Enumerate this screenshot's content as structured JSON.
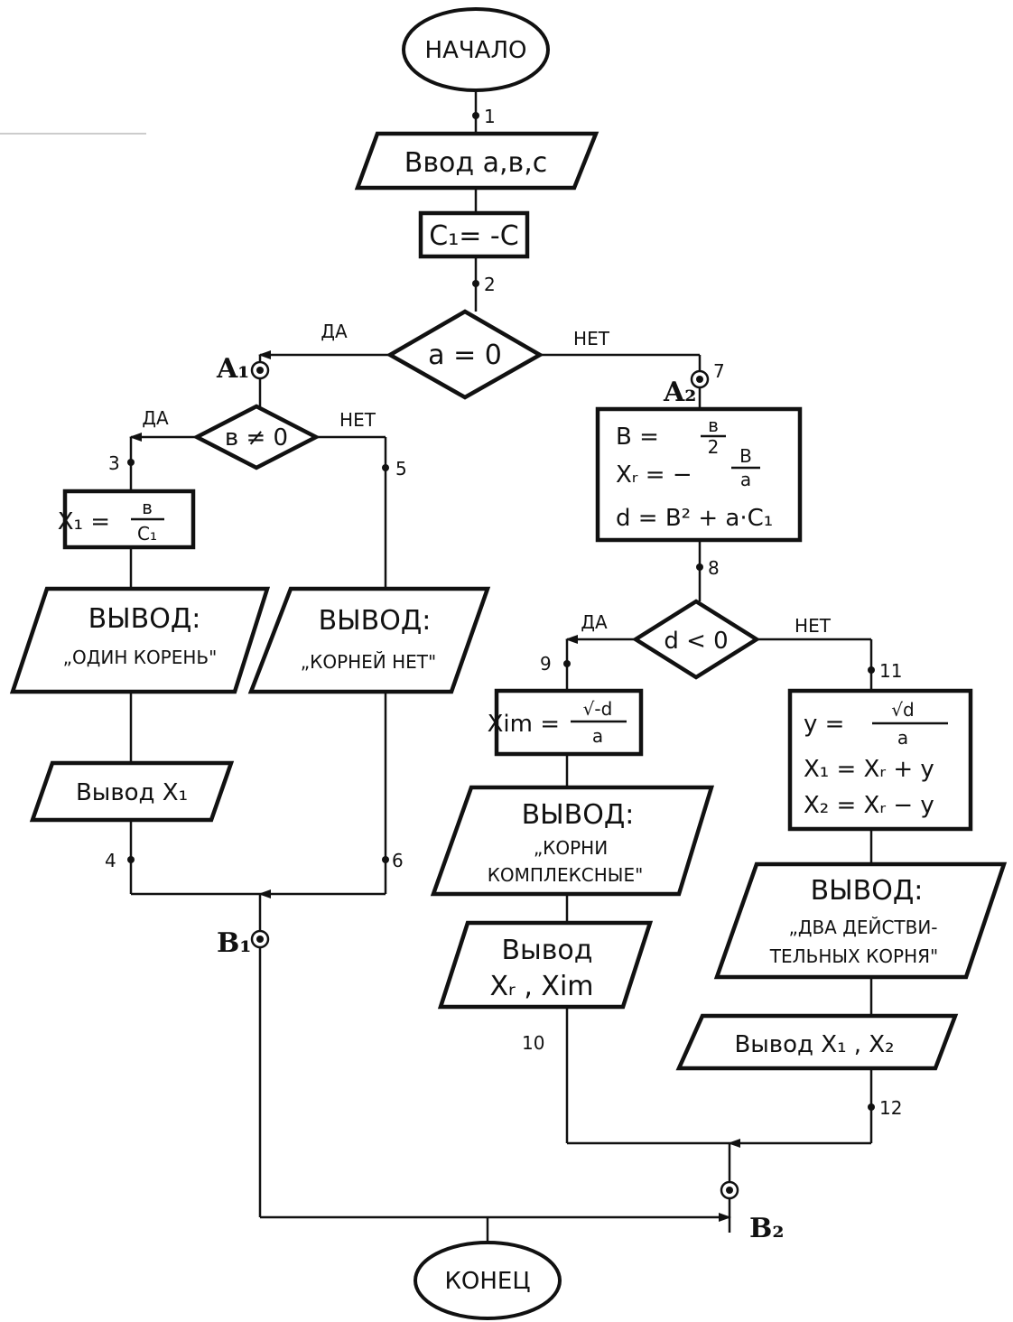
{
  "terminals": {
    "start": "НАЧАЛО",
    "end": "КОНЕЦ"
  },
  "blocks": {
    "input": "Ввод a,в,c",
    "c1_assign": "C₁= -C",
    "cond_a": "a = 0",
    "cond_b": "в ≠ 0",
    "x1_calc_lhs": "X₁ =",
    "x1_calc_num": "в",
    "x1_calc_den": "C₁",
    "out_one_root_title": "ВЫВОД:",
    "out_one_root_text": "„ОДИН КОРЕНЬ\"",
    "out_no_roots_title": "ВЫВОД:",
    "out_no_roots_text": "„КОРНЕЙ НЕТ\"",
    "out_x1": "Вывод X₁",
    "calc_b_lhs": "B =",
    "calc_b_num": "в",
    "calc_b_den": "2",
    "calc_xr_lhs": "Xᵣ = −",
    "calc_xr_num": "B",
    "calc_xr_den": "a",
    "calc_d": "d = B² + a·C₁",
    "cond_d": "d < 0",
    "xim_lhs": "Xim =",
    "xim_num": "√-d",
    "xim_den": "a",
    "out_complex_title": "ВЫВОД:",
    "out_complex_line1": "„КОРНИ",
    "out_complex_line2": "КОМПЛЕКСНЫЕ\"",
    "out_xr_xim_line1": "Вывод",
    "out_xr_xim_line2": "Xᵣ , Xim",
    "y_lhs": "y =",
    "y_num": "√d",
    "y_den": "a",
    "x1_sum": "X₁ = Xᵣ + y",
    "x2_diff": "X₂ = Xᵣ − y",
    "out_two_real_title": "ВЫВОД:",
    "out_two_real_line1": "„ДВА ДЕЙСТВИ-",
    "out_two_real_line2": "ТЕЛЬНЫХ КОРНЯ\"",
    "out_x1_x2": "Вывод X₁ , X₂"
  },
  "branch_labels": {
    "yes": "ДА",
    "no": "НЕТ"
  },
  "connectors": {
    "a1": "A₁",
    "a2": "A₂",
    "b1": "B₁",
    "b2": "B₂"
  },
  "points": [
    "1",
    "2",
    "3",
    "4",
    "5",
    "6",
    "7",
    "8",
    "9",
    "10",
    "11",
    "12"
  ]
}
